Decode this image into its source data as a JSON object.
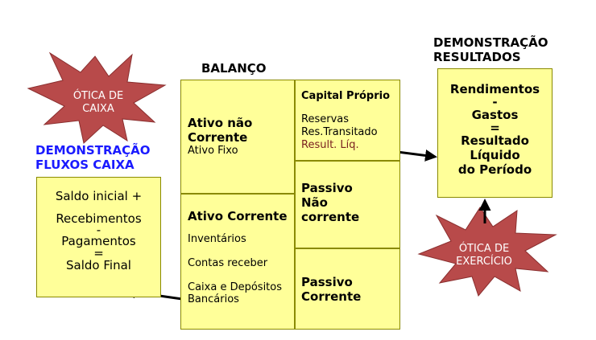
{
  "colors": {
    "box_fill": "#ffff99",
    "star_fill": "#b84a4a",
    "blue": "#1a1aff",
    "result_red": "#7a1f1f"
  },
  "stars": {
    "caixa": [
      "ÓTICA DE",
      "CAIXA"
    ],
    "exercicio": [
      "ÓTICA DE",
      "EXERCÍCIO"
    ]
  },
  "balanco": {
    "title": "BALANÇO",
    "ativo_nao_corrente": {
      "heading": [
        "Ativo não",
        "Corrente"
      ],
      "sub": "Ativo Fixo"
    },
    "ativo_corrente": {
      "heading": "Ativo Corrente",
      "items": [
        "Inventários",
        "Contas receber"
      ],
      "caixa": [
        "Caixa e Depósitos",
        "Bancários"
      ]
    },
    "capital_proprio": {
      "heading": "Capital Próprio",
      "items": [
        "Reservas",
        "Res.Transitado"
      ],
      "result": "Result. Líq."
    },
    "passivo_nao_corrente": {
      "heading": [
        "Passivo",
        "Não",
        "corrente"
      ]
    },
    "passivo_corrente": {
      "heading": [
        "Passivo",
        "Corrente"
      ]
    }
  },
  "dfc": {
    "title": [
      "DEMONSTRAÇÃO",
      "FLUXOS CAIXA"
    ],
    "lines": [
      "Saldo inicial +",
      "Recebimentos",
      "-",
      "Pagamentos",
      "=",
      "Saldo Final"
    ]
  },
  "dr": {
    "title": [
      "DEMONSTRAÇÃO",
      "RESULTADOS"
    ],
    "lines": [
      "Rendimentos",
      "-",
      "Gastos",
      "=",
      "Resultado",
      "Líquido",
      "do Período"
    ]
  }
}
